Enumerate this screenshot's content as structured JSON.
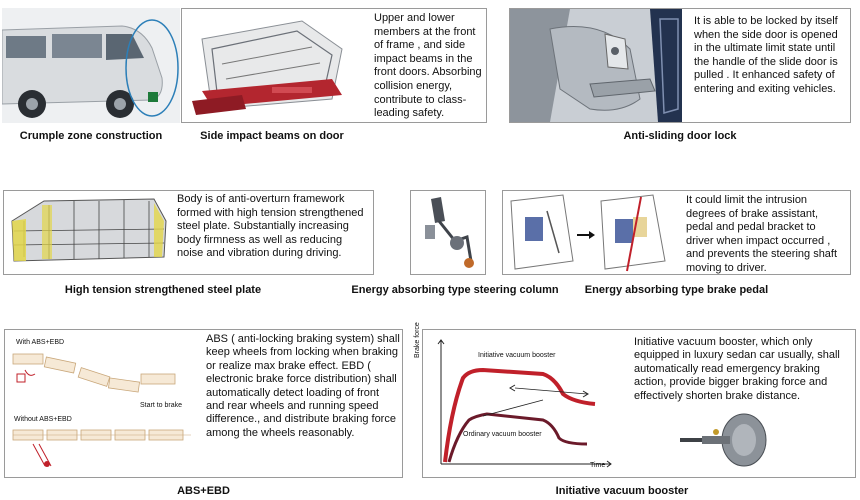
{
  "panels": {
    "crumple": {
      "caption": "Crumple zone construction"
    },
    "side_impact": {
      "caption": "Side impact beams on door",
      "text": "Upper and lower members at the front of frame , and side impact beams in the front doors. Absorbing collision energy, contribute to class-leading safety."
    },
    "anti_sliding": {
      "caption": "Anti-sliding door lock",
      "text": "It is able to be locked by itself when the side door is opened in the ultimate limit state until the handle of the slide door is pulled . It enhanced safety of entering and exiting vehicles."
    },
    "steel_plate": {
      "caption": "High tension strengthened steel plate",
      "text": "Body is of anti-overturn framework formed with high tension strengthened steel plate. Substantially increasing body firmness as well as reducing noise and vibration during driving."
    },
    "steering": {
      "caption": "Energy absorbing type steering column"
    },
    "brake_pedal": {
      "caption": "Energy absorbing type brake pedal",
      "text": "It could limit the intrusion degrees of brake assistant, pedal and pedal bracket to driver when impact occurred , and prevents the steering shaft moving to driver."
    },
    "abs": {
      "caption": "ABS+EBD",
      "text": "ABS ( anti-locking braking system) shall keep wheels from locking when braking or realize max brake effect. EBD ( electronic brake force distribution) shall automatically detect loading of front and rear wheels and running speed difference., and distribute braking force among the wheels reasonably.",
      "label_with": "With ABS+EBD",
      "label_without": "Without ABS+EBD",
      "label_start": "Start to brake"
    },
    "vacuum": {
      "caption": "Initiative vacuum booster",
      "text": "Initiative vacuum booster, which only equipped in luxury sedan car usually, shall automatically read emergency braking action, provide bigger braking force and effectively shorten brake distance.",
      "chart_ylabel": "Brake force",
      "chart_xlabel": "Time",
      "series_initiative": "Initiative vacuum booster",
      "series_ordinary": "Ordinary vacuum booster"
    }
  },
  "colors": {
    "accent_red": "#c0202a",
    "dark_red": "#6b1a2a",
    "frame_gray": "#9a9a9a"
  }
}
